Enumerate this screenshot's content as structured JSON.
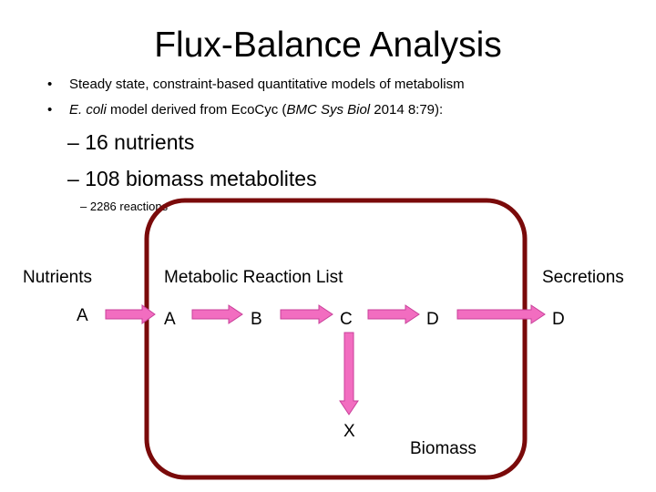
{
  "slide": {
    "title": "Flux-Balance Analysis",
    "bullets": [
      {
        "marker": "•",
        "text": "Steady state, constraint-based quantitative models of metabolism"
      },
      {
        "marker": "•",
        "pre": "",
        "italic1": "E. coli",
        "mid": " model derived from EcoCyc (",
        "italic2": "BMC Sys Biol",
        "post": " 2014 8:79):"
      }
    ],
    "subbullets": [
      {
        "marker": "–",
        "text": "16 nutrients"
      },
      {
        "marker": "–",
        "text": "108 biomass metabolites"
      }
    ],
    "subsubbullets": [
      {
        "marker": "–",
        "text": "2286 reactions"
      }
    ]
  },
  "diagram": {
    "nutrients_label": "Nutrients",
    "reaction_list_label": "Metabolic Reaction List",
    "secretions_label": "Secretions",
    "biomass_label": "Biomass",
    "nodes": {
      "a_outside": "A",
      "a": "A",
      "b": "B",
      "c": "C",
      "d": "D",
      "d_outside": "D",
      "x": "X"
    },
    "colors": {
      "box_border": "#7a0a0a",
      "arrow_fill": "#f26dc0",
      "arrow_stroke": "#c8409a"
    }
  }
}
